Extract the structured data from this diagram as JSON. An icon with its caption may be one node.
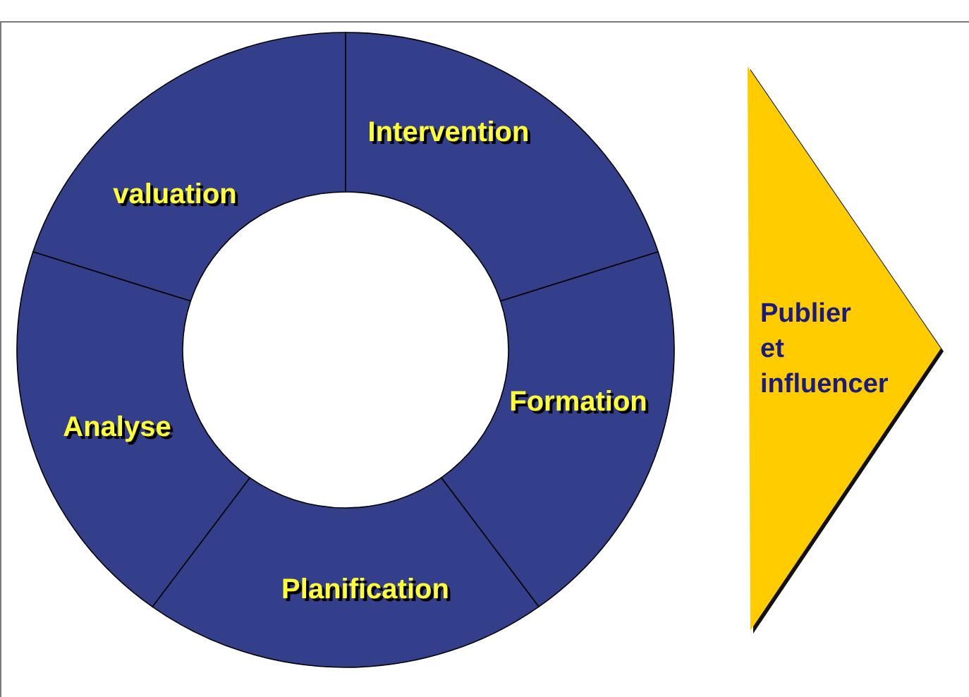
{
  "diagram": {
    "nodes": [
      {
        "text": [
          "valuation"
        ]
      },
      {
        "text": [
          "Intervention"
        ]
      },
      {
        "text": [
          "Formation"
        ]
      },
      {
        "text": [
          "Planification"
        ]
      },
      {
        "text": [
          "Analyse"
        ]
      },
      {
        "text": [
          "Publier et influencer"
        ]
      }
    ]
  }
}
